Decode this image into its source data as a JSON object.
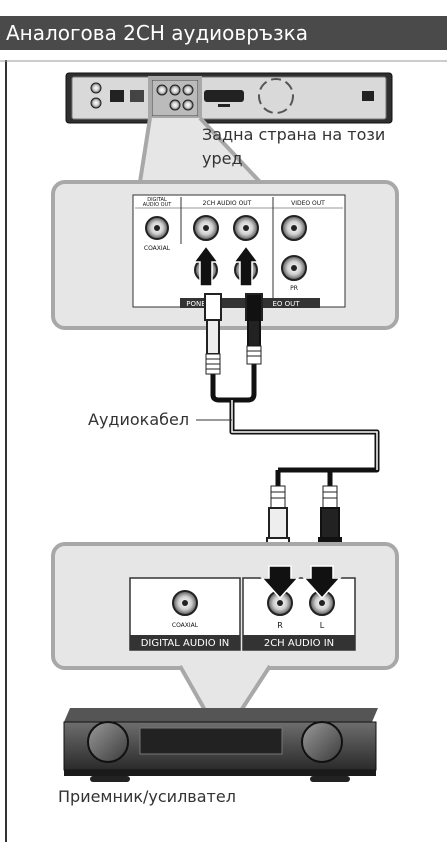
{
  "header": {
    "title": "Аналогова 2CH аудиовръзка"
  },
  "labels": {
    "rear_panel_line1": "Задна страна на този",
    "rear_panel_line2": "уред",
    "audio_cable": "Аудиокабел",
    "receiver": "Приемник/усилвател"
  },
  "player_panel": {
    "digital_audio_out_line1": "DIGITAL",
    "digital_audio_out_line2": "AUDIO OUT",
    "audio_out_2ch": "2CH AUDIO OUT",
    "video_out": "VIDEO OUT",
    "coaxial": "COAXIAL",
    "pr": "PR",
    "component_video_out_left": "PONE",
    "component_video_out_right": "EO OUT"
  },
  "receiver_panel": {
    "coaxial": "COAXIAL",
    "digital_audio_in": "DIGITAL AUDIO IN",
    "audio_in_2ch": "2CH AUDIO IN",
    "r": "R",
    "l": "L"
  },
  "colors": {
    "header_bg": "#4a4a4a",
    "panel_bg": "#e6e6e6",
    "panel_border": "#a8a8a8",
    "cable": "#111111"
  }
}
